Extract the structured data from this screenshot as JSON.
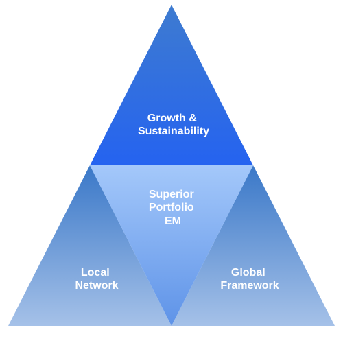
{
  "diagram": {
    "top": {
      "line1": "Growth &",
      "line2": "Sustainability"
    },
    "center": {
      "line1": "Superior",
      "line2": "Portfolio",
      "line3": "EM"
    },
    "left": {
      "line1": "Local",
      "line2": "Network"
    },
    "right": {
      "line1": "Global",
      "line2": "Framework"
    }
  },
  "colors": {
    "top_gradient_start": "#3E7BD0",
    "top_gradient_end": "#2563F0",
    "center_gradient_start": "#A4C8FA",
    "center_gradient_end": "#5E93E8",
    "left_gradient_start": "#3A78C8",
    "left_gradient_end": "#A5C1E8",
    "right_gradient_start": "#3A78C8",
    "right_gradient_end": "#A5C1E8",
    "text": "#FFFFFF"
  }
}
